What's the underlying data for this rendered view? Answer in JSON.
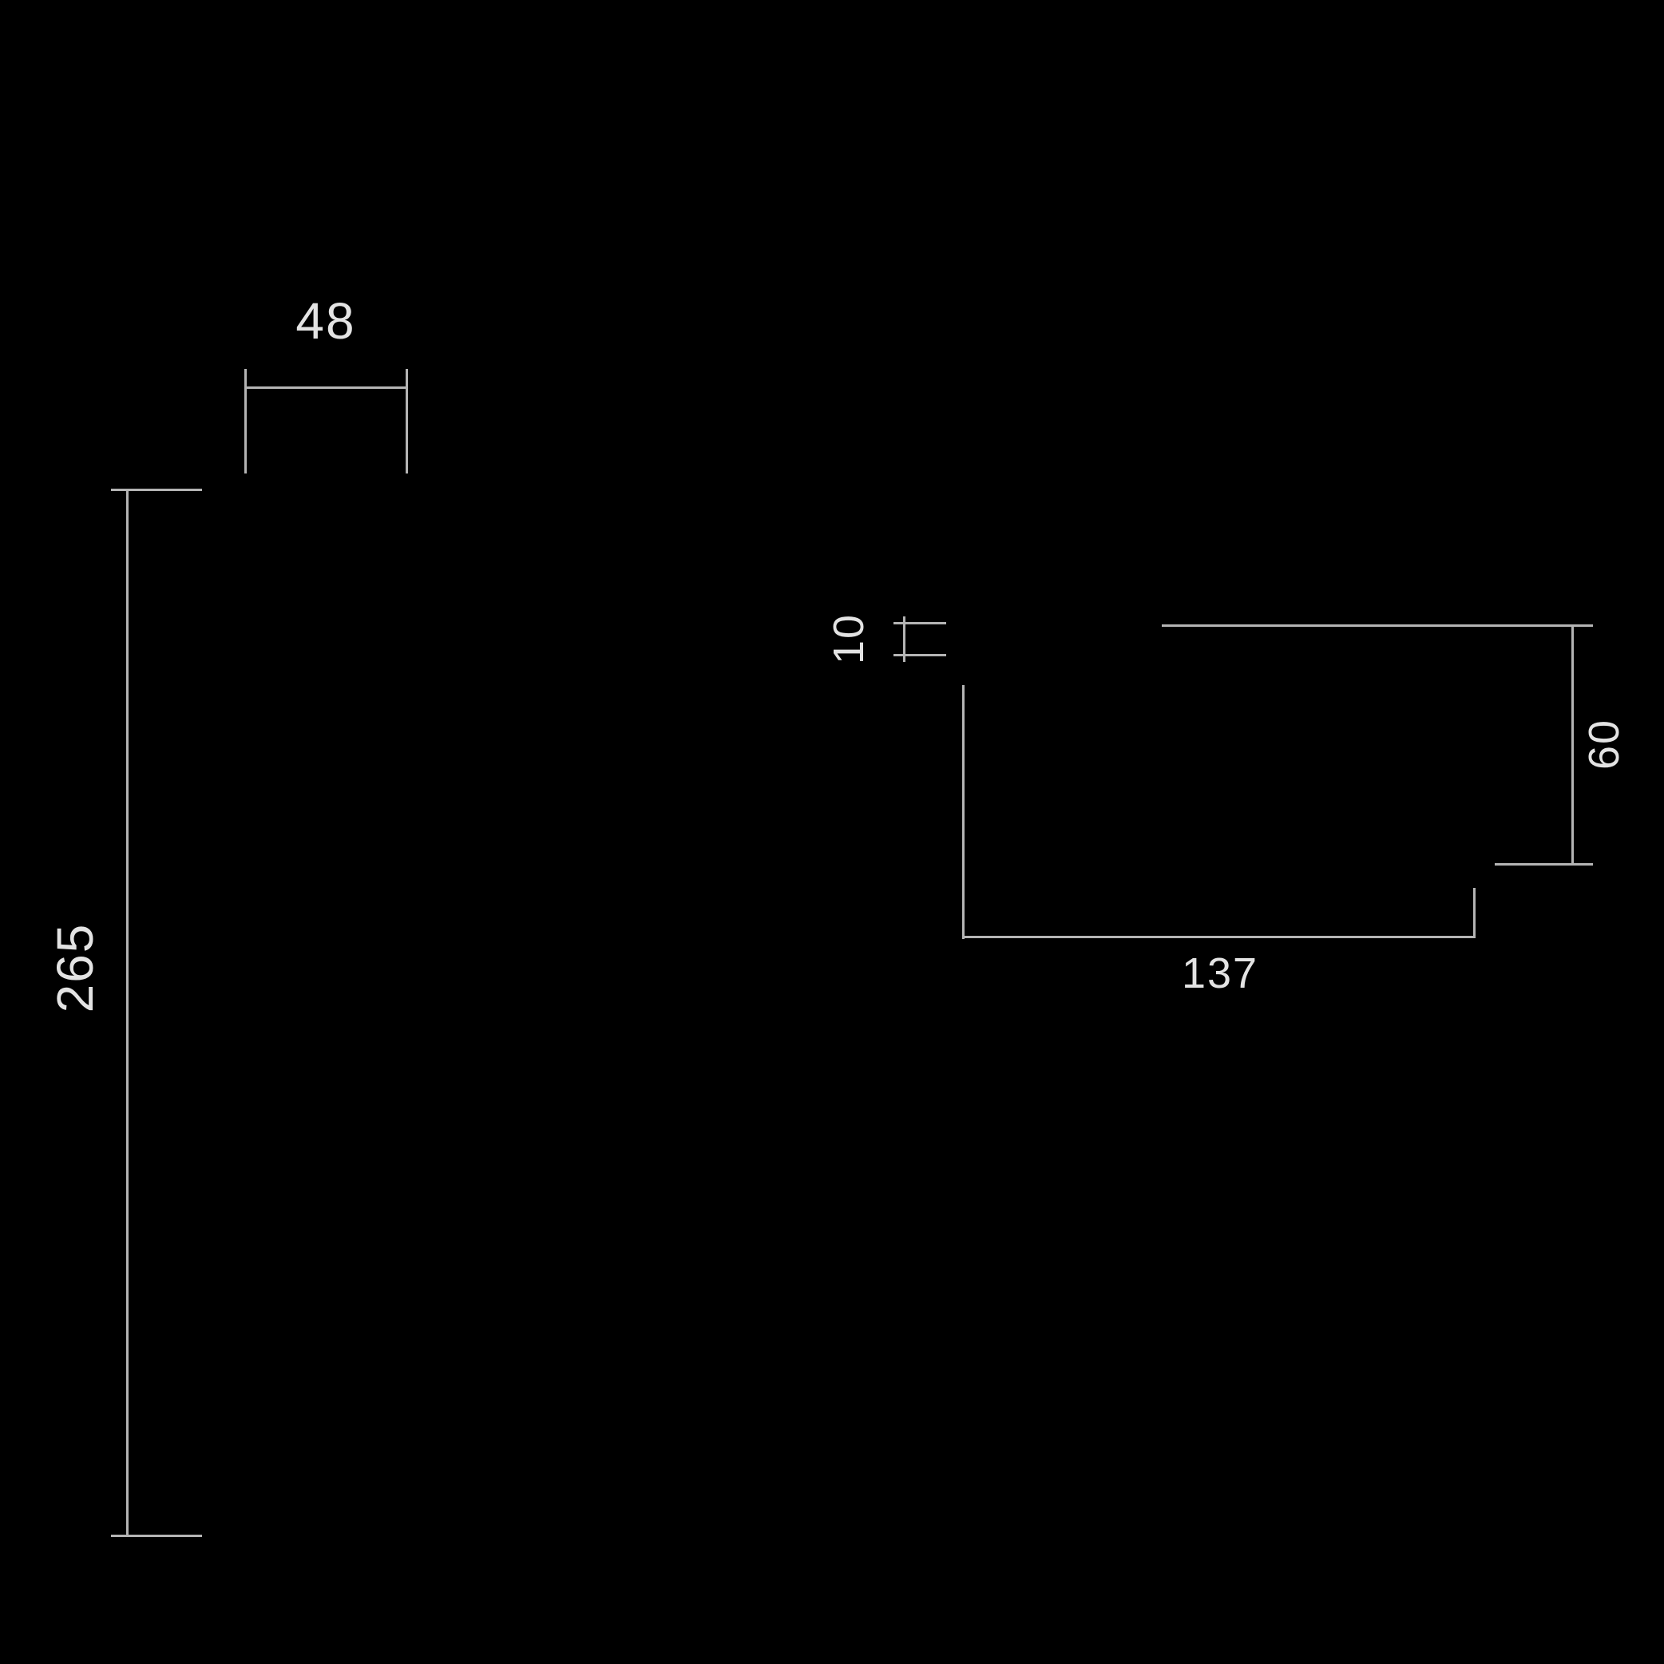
{
  "drawing": {
    "type": "technical-dimension-drawing",
    "background_color": "#000000",
    "line_color": "#b4b4b4",
    "text_color": "#e3e3e3",
    "dimensions": {
      "top_width": {
        "value": "48",
        "orientation": "horizontal"
      },
      "left_height": {
        "value": "265",
        "orientation": "vertical"
      },
      "top_offset": {
        "value": "10",
        "orientation": "vertical"
      },
      "right_drop": {
        "value": "60",
        "orientation": "vertical"
      },
      "bottom_length": {
        "value": "137",
        "orientation": "horizontal"
      }
    }
  }
}
